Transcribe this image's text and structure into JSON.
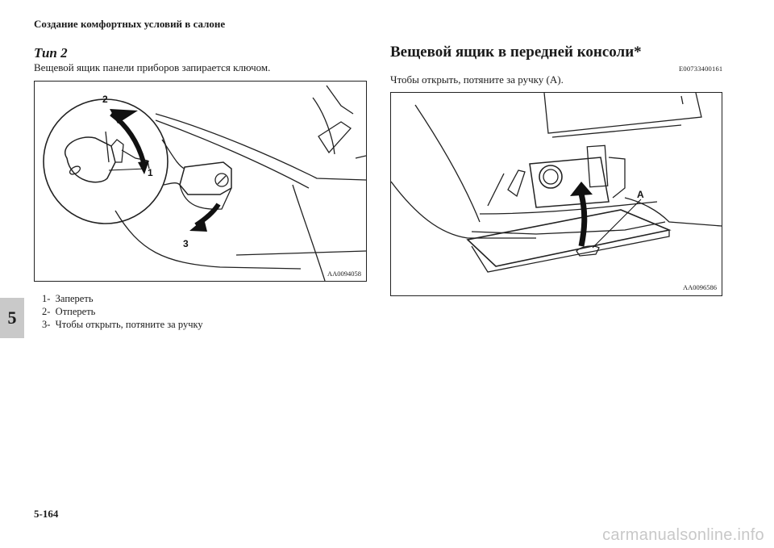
{
  "header": {
    "running_head": "Создание комфортных условий в салоне"
  },
  "left_section": {
    "subtitle": "Тип 2",
    "intro": "Вещевой ящик панели приборов запирается ключом.",
    "figure": {
      "code": "AA0094058",
      "callouts": [
        "1",
        "2",
        "3"
      ]
    },
    "captions": [
      {
        "num": "1-",
        "text": "Запереть"
      },
      {
        "num": "2-",
        "text": "Отпереть"
      },
      {
        "num": "3-",
        "text": "Чтобы открыть, потяните за ручку"
      }
    ]
  },
  "right_section": {
    "title": "Вещевой ящик в передней консоли*",
    "doc_code": "E00733400161",
    "text": "Чтобы открыть, потяните за ручку (A).",
    "figure": {
      "code": "AA0096586",
      "callouts": [
        "A"
      ]
    }
  },
  "chapter_tab": "5",
  "page_number": "5-164",
  "watermark": "carmanualsonline.info"
}
